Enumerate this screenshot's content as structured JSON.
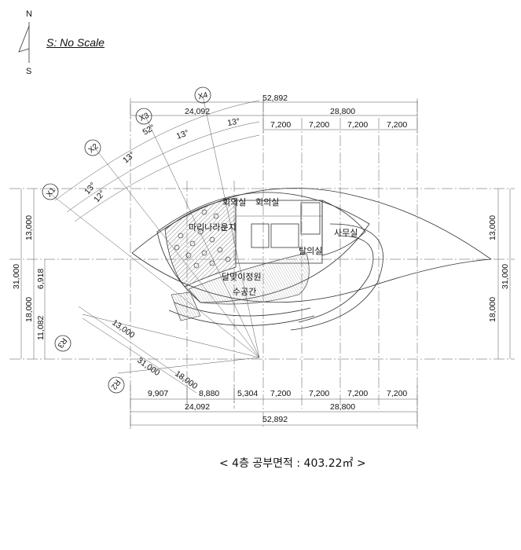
{
  "north": {
    "north_label": "N",
    "south_label": "S"
  },
  "scale": "S: No Scale",
  "caption": "< 4층 공부면적 : 403.22㎡ >",
  "axes": [
    "X1",
    "X2",
    "X3",
    "X4",
    "R3",
    "R2"
  ],
  "top_dimensions": {
    "overall": "52,892",
    "left_span": "24,092",
    "right_span": "28,800",
    "bays": [
      "7,200",
      "7,200",
      "7,200",
      "7,200"
    ]
  },
  "bottom_dimensions": {
    "segments": [
      "9,907",
      "8,880",
      "5,304",
      "7,200",
      "7,200",
      "7,200",
      "7,200"
    ],
    "left_span": "24,092",
    "right_span": "28,800",
    "overall": "52,892"
  },
  "left_dimensions": {
    "overall": "31,000",
    "upper": "13,000",
    "lower": "18,000",
    "lower_parts": [
      "6,918",
      "11,082"
    ]
  },
  "right_dimensions": {
    "overall": "31,000",
    "upper": "13,000",
    "lower": "18,000"
  },
  "angles": [
    "52°",
    "13°",
    "13°",
    "13°",
    "13°",
    "12°"
  ],
  "radial_dimensions": [
    "13,000",
    "31,000",
    "18,000"
  ],
  "rooms": [
    "회의실",
    "회의실",
    "마리나라운지",
    "사무실",
    "탈의실",
    "달맞이정원",
    "수공간"
  ],
  "colors": {
    "line": "#333333",
    "hatch": "#888888",
    "text": "#111111"
  }
}
